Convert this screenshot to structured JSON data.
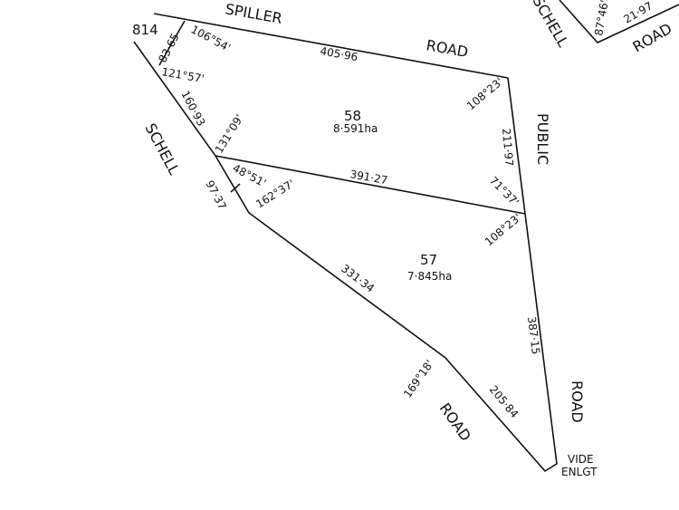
{
  "roads": {
    "spiller": "SPILLER",
    "spiller_road": "ROAD",
    "schell_left": "SCHELL",
    "schell_top": "SCHELL",
    "road_top_right": "ROAD",
    "public": "PUBLIC",
    "public_road": "ROAD",
    "schell_road": "ROAD"
  },
  "lots": {
    "lot_814": "814",
    "lot_58": {
      "number": "58",
      "area": "8·591ha"
    },
    "lot_57": {
      "number": "57",
      "area": "7·845ha"
    }
  },
  "dimensions": {
    "d405": "405·96",
    "d8365": "83·65",
    "d16093": "160·93",
    "d9737": "97·37",
    "d21197": "211·97",
    "d39127": "391·27",
    "d33134": "331·34",
    "d38715": "387·15",
    "d20584": "205·84",
    "d2197_top": "21·97"
  },
  "angles": {
    "a10654": "106°54'",
    "a12157": "121°57'",
    "a13109": "131°09'",
    "a4851": "48°51'",
    "a16237": "162°37'",
    "a10823_top": "108°23'",
    "a7137": "71°37'",
    "a10823_mid": "108°23'",
    "a16918": "169°18'",
    "a8746": "87°46'"
  },
  "note": {
    "line1": "VIDE",
    "line2": "ENLGT"
  }
}
